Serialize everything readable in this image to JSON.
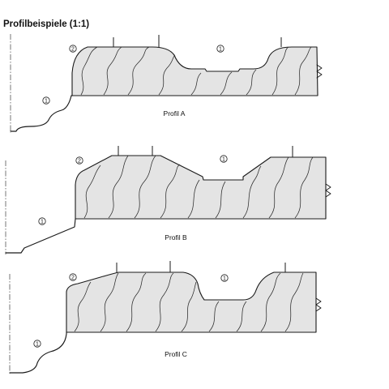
{
  "title": "Profilbeispiele (1:1)",
  "profiles": [
    {
      "id": "A",
      "label": "Profil A",
      "markers": {
        "recess": "1",
        "edge": "2",
        "base": "1"
      }
    },
    {
      "id": "B",
      "label": "Profil B",
      "markers": {
        "recess": "1",
        "edge": "2",
        "base": "1"
      }
    },
    {
      "id": "C",
      "label": "Profil C",
      "markers": {
        "recess": "1",
        "edge": "2",
        "base": "1"
      }
    }
  ],
  "colors": {
    "wood_fill": "#e4e4e4",
    "line": "#1a1a1a"
  }
}
